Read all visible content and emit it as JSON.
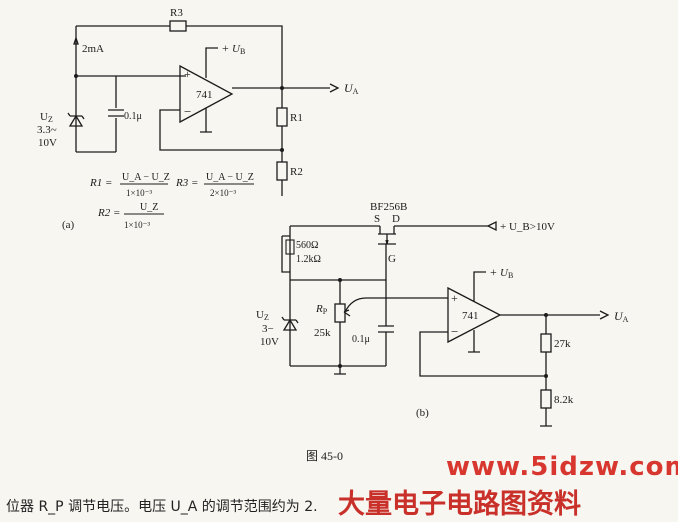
{
  "circuit_a": {
    "label": "(a)",
    "r3": "R3",
    "current": "2mA",
    "plus_supply": "+",
    "ub": "U",
    "ub_sub": "B",
    "opamp": "741",
    "output": "U",
    "output_sub": "A",
    "uz": "U",
    "uz_sub": "Z",
    "uz_range_1": "3.3~",
    "uz_range_2": "10V",
    "cap": "0.1μ",
    "r1": "R1",
    "r2": "R2",
    "eq_r1_lhs": "R1 =",
    "eq_r1_num": "U_A − U_Z",
    "eq_r1_den": "1×10⁻³",
    "eq_r3_lhs": "R3 =",
    "eq_r3_num": "U_A − U_Z",
    "eq_r3_den": "2×10⁻³",
    "eq_r2_lhs": "R2 =",
    "eq_r2_num": "U_Z",
    "eq_r2_den": "1×10⁻³"
  },
  "circuit_b": {
    "label": "(b)",
    "fet": "BF256B",
    "s": "S",
    "d": "D",
    "g": "G",
    "supply": "+ U_B>10V",
    "r_560": "560Ω",
    "r_12k": "1.2kΩ",
    "plus_supply": "+",
    "ub": "U",
    "ub_sub": "B",
    "rp": "R",
    "rp_sub": "P",
    "rp_val": "25k",
    "uz": "U",
    "uz_sub": "Z",
    "uz_range_1": "3−",
    "uz_range_2": "10V",
    "cap": "0.1μ",
    "opamp": "741",
    "output": "U",
    "output_sub": "A",
    "r_27k": "27k",
    "r_82k": "8.2k"
  },
  "figure_label": "图 45-0",
  "caption": "位器 R_P 调节电压。电压 U_A 的调节范围约为 2.",
  "watermark": {
    "url": "www.5idzw.com",
    "cn": "大量电子电路图资料"
  }
}
